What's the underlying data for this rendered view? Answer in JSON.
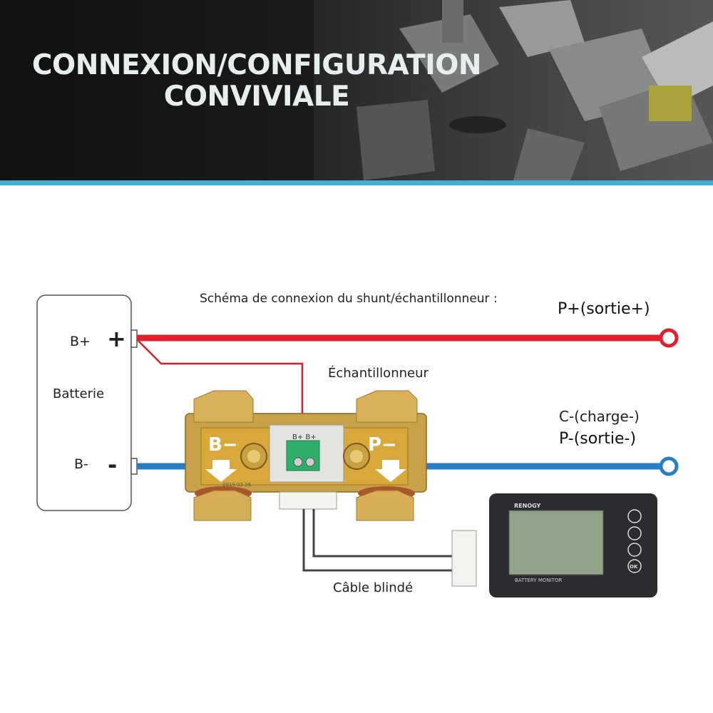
{
  "banner": {
    "title_line1": "CONNEXION/CONFIGURATION",
    "title_line2": "CONVIVIALE"
  },
  "diagram": {
    "schema_label": "Schéma de connexion du shunt/échantillonneur :",
    "battery_label": "Batterie",
    "bplus_label": "B+",
    "bminus_label": "B-",
    "plus_sign": "+",
    "minus_sign": "-",
    "pplus_label": "P+(sortie+)",
    "sampler_label": "Échantillonneur",
    "cminus_label": "C-(charge-)",
    "pminus_label": "P-(sortie-)",
    "cable_label": "Câble blindé",
    "shunt_left_mark": "B−",
    "shunt_right_mark": "P−",
    "terminal_mark": "B+ B+",
    "date_mark": "2019 02 26"
  },
  "monitor": {
    "brand": "RENOGY",
    "caption": "BATTERY MONITOR",
    "btn_ok": "OK"
  },
  "colors": {
    "positive_wire": "#e0202c",
    "negative_wire": "#2a7fc4",
    "banner_stripe": "#3fb0cf"
  }
}
